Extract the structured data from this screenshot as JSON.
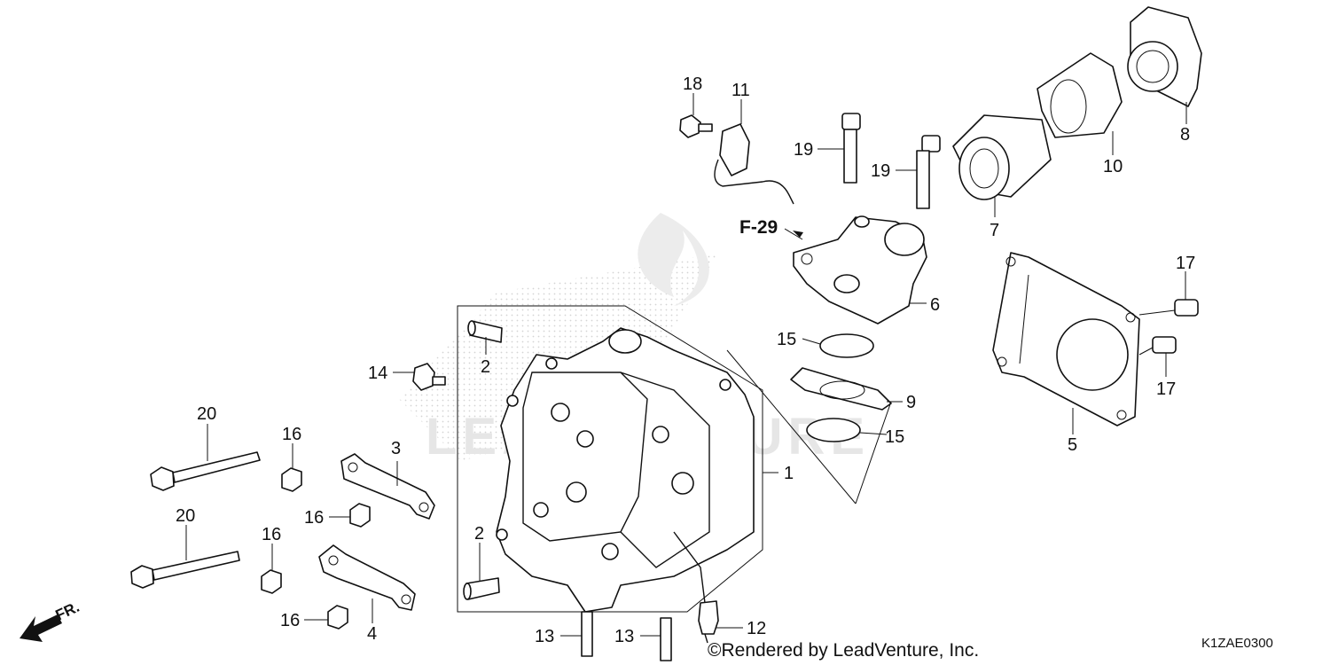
{
  "watermark": "LEADVENTURE",
  "reference_label": "F-29",
  "direction_label": "FR.",
  "credit": "©Rendered by LeadVenture, Inc.",
  "diagram_code": "K1ZAE0300",
  "callouts": {
    "p1": "1",
    "p2a": "2",
    "p2b": "2",
    "p3": "3",
    "p4": "4",
    "p5": "5",
    "p6": "6",
    "p7": "7",
    "p8": "8",
    "p9": "9",
    "p10": "10",
    "p11": "11",
    "p12": "12",
    "p13a": "13",
    "p13b": "13",
    "p14": "14",
    "p15a": "15",
    "p15b": "15",
    "p16a": "16",
    "p16b": "16",
    "p16c": "16",
    "p16d": "16",
    "p17a": "17",
    "p17b": "17",
    "p18": "18",
    "p19a": "19",
    "p19b": "19",
    "p20a": "20",
    "p20b": "20"
  },
  "colors": {
    "line": "#111111",
    "watermark": "#e6e6e6",
    "background": "#ffffff"
  }
}
